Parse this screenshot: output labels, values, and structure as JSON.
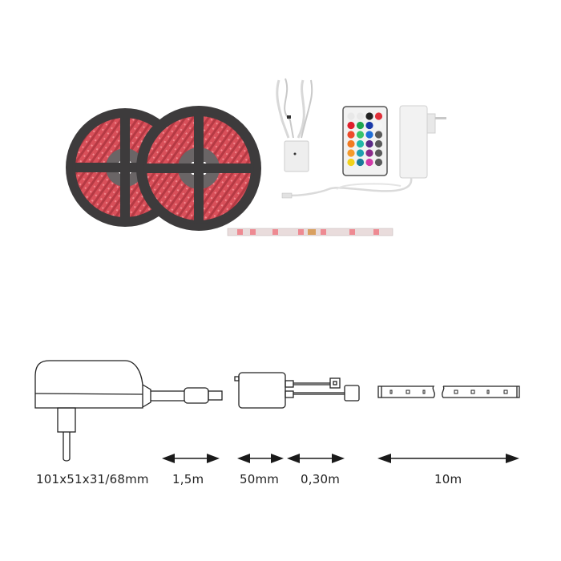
{
  "product_photo": {
    "items": [
      {
        "name": "LED strip reel 1",
        "color": "#d9505a"
      },
      {
        "name": "LED strip reel 2",
        "color": "#d9505a"
      },
      {
        "name": "Controller with cables"
      },
      {
        "name": "RGB remote control"
      },
      {
        "name": "Power adapter with cable"
      },
      {
        "name": "LED strip segment"
      }
    ],
    "reel_color": "#3d3b3c",
    "strip_red": "#d9505a"
  },
  "remote": {
    "button_colors": [
      [
        "#e8e8e8",
        "#e8e8e8",
        "#222222",
        "#e0303a"
      ],
      [
        "#e0202c",
        "#1fa650",
        "#1a3aa8",
        "#f4f4f4"
      ],
      [
        "#ee4a2a",
        "#37c46a",
        "#1f6ed8",
        "#5a5a5a"
      ],
      [
        "#f27a22",
        "#22b8a8",
        "#5a2a86",
        "#5a5a5a"
      ],
      [
        "#f59a2a",
        "#1fa0b0",
        "#8a2a8a",
        "#5a5a5a"
      ],
      [
        "#f2d21a",
        "#1a7a9a",
        "#d23aa8",
        "#5a5a5a"
      ]
    ]
  },
  "diagram": {
    "line_color": "#222222",
    "dimensions": {
      "adapter": "101x51x31/68mm",
      "adapter_cable": "1,5m",
      "controller": "50mm",
      "controller_cable": "0,30m",
      "strip": "10m"
    }
  }
}
